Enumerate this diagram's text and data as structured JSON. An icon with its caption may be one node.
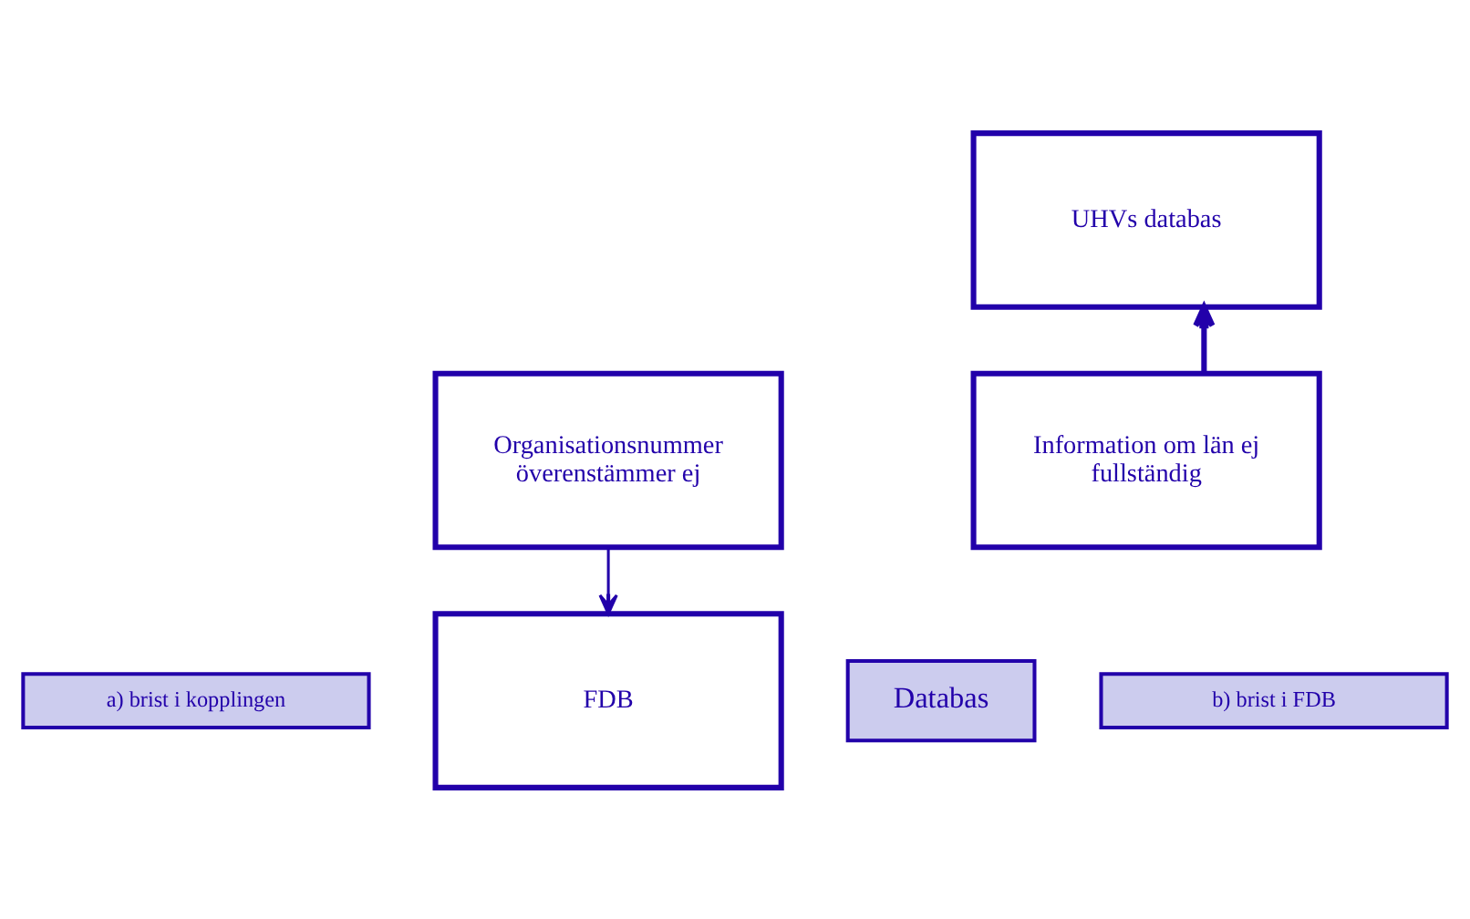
{
  "diagram": {
    "nodes": [
      {
        "text": [
          "UHVs databas"
        ]
      },
      {
        "text": [
          "Organisationsnummer överenstämmer ej"
        ]
      },
      {
        "text": [
          "a) brist i kopplingen"
        ]
      },
      {
        "text": [
          "Information om län ej fullständig"
        ]
      },
      {
        "text": [
          "b) brist i FDB"
        ]
      },
      {
        "text": [
          "FDB"
        ]
      },
      {
        "text": [
          "Databas"
        ]
      }
    ],
    "edges": [
      {
        "from": 1,
        "to": 5,
        "arrow": "to"
      },
      {
        "from": 3,
        "to": 0,
        "arrow": "to",
        "style": "thick"
      }
    ]
  }
}
